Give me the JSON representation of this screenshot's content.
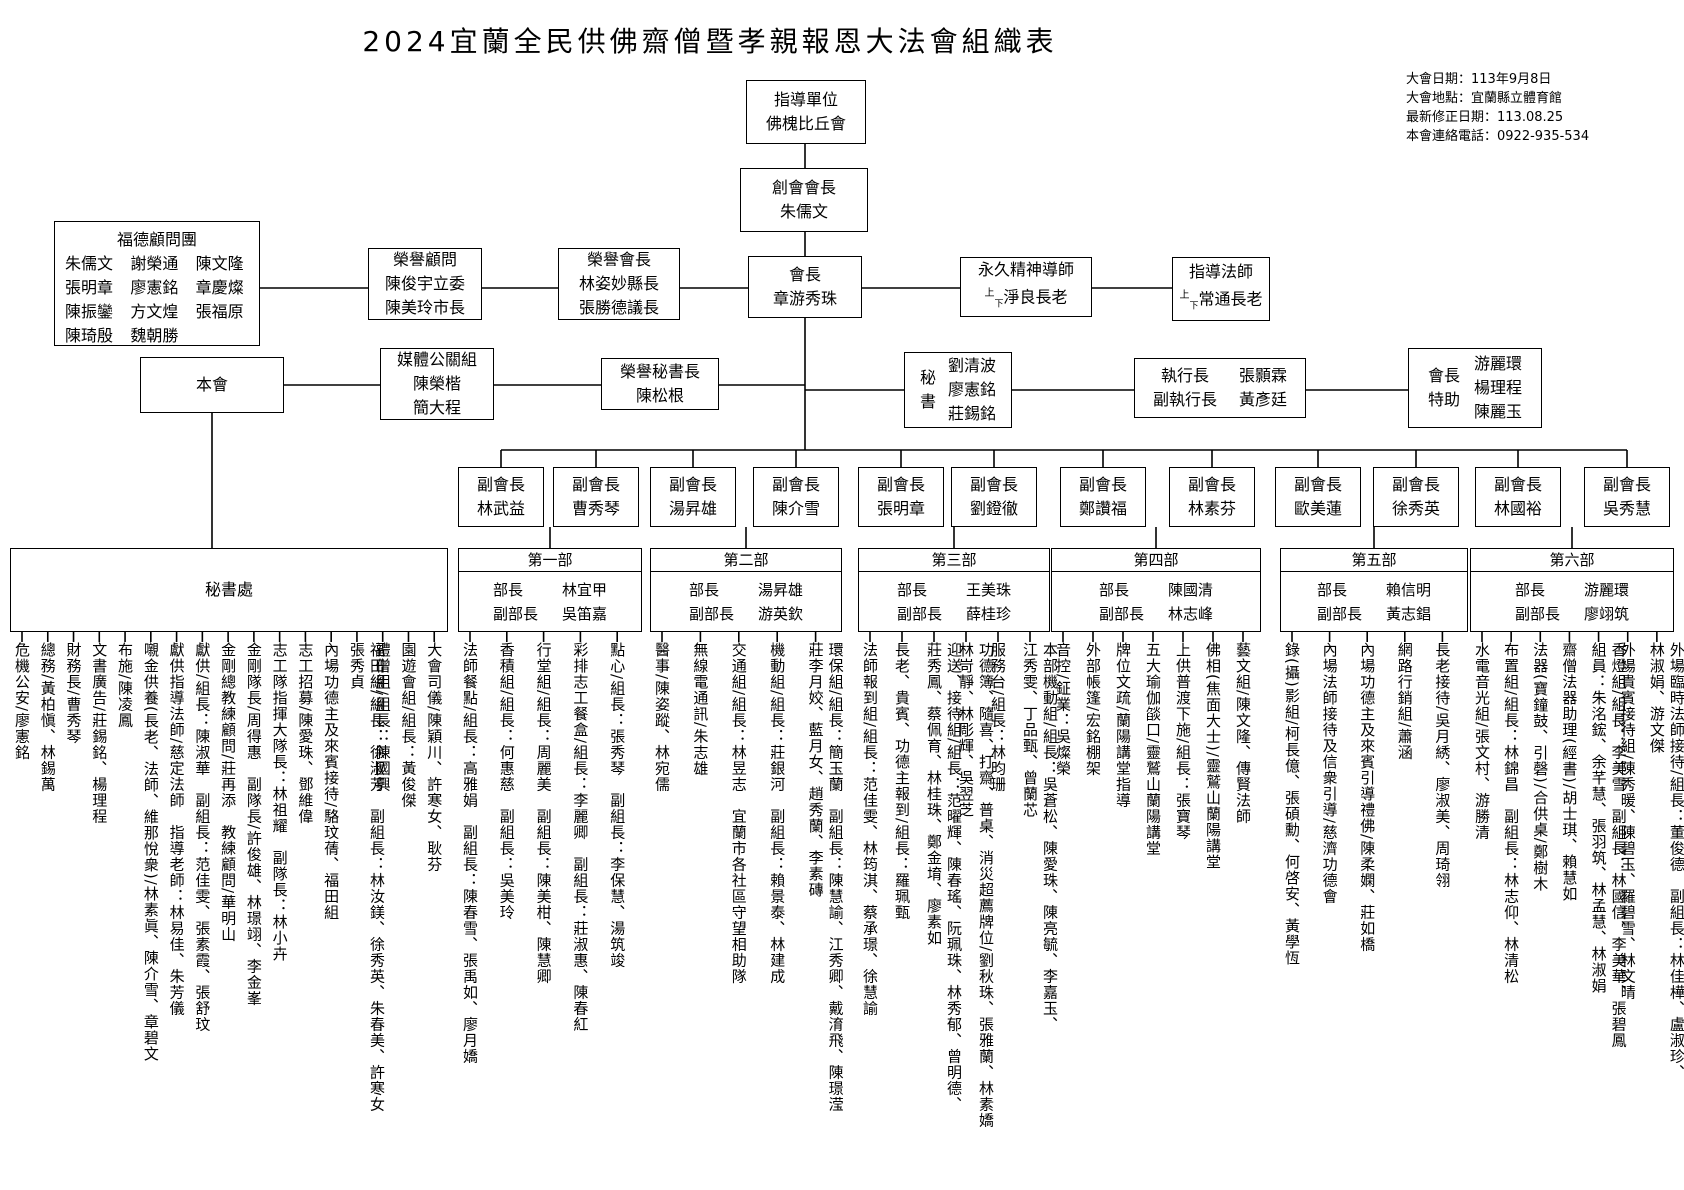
{
  "title": "2024宜蘭全民供佛齋僧暨孝親報恩大法會組織表",
  "info": [
    "大會日期：113年9月8日",
    "大會地點：宜蘭縣立體育館",
    "最新修正日期：113.08.25",
    "本會連絡電話：0922-935-534"
  ],
  "top": {
    "guide_unit": [
      "指導單位",
      "佛槐比丘會"
    ],
    "founder": [
      "創會會長",
      "朱儒文"
    ],
    "president": [
      "會長",
      "章游秀珠"
    ],
    "spirit_mentor": {
      "title": "永久精神導師",
      "name": "淨良長老",
      "prefix": "上",
      "prefix_small": "下"
    },
    "guide_master": {
      "title": "指導法師",
      "name": "常通長老",
      "prefix": "上",
      "prefix_small": "下"
    }
  },
  "fude": {
    "title": "福德顧問團",
    "names": [
      "朱儒文",
      "謝榮通",
      "陳文隆",
      "張明章",
      "廖憲銘",
      "章慶燦",
      "陳振鑾",
      "方文煌",
      "張福原",
      "陳琦殷",
      "魏朝勝"
    ]
  },
  "honor_advisor": [
    "榮譽顧問",
    "陳俊宇立委",
    "陳美玲市長"
  ],
  "honor_president": [
    "榮譽會長",
    "林姿妙縣長",
    "張勝德議長"
  ],
  "benhui": "本會",
  "media": [
    "媒體公關組",
    "陳榮楷",
    "簡大程"
  ],
  "honor_secretary": [
    "榮譽秘書長",
    "陳松根"
  ],
  "secretary": {
    "label1": "秘",
    "label2": "書",
    "names": [
      "劉清波",
      "廖憲銘",
      "莊錫銘"
    ]
  },
  "executive": {
    "roles": [
      "執行長",
      "副執行長"
    ],
    "names": [
      "張顥霖",
      "黃彥廷"
    ]
  },
  "special": {
    "label1": "會長",
    "label2": "特助",
    "names": [
      "游麗環",
      "楊理程",
      "陳麗玉"
    ]
  },
  "vps": [
    [
      "副會長",
      "林武益"
    ],
    [
      "副會長",
      "曹秀琴"
    ],
    [
      "副會長",
      "湯昇雄"
    ],
    [
      "副會長",
      "陳介雪"
    ],
    [
      "副會長",
      "張明章"
    ],
    [
      "副會長",
      "劉鐙徹"
    ],
    [
      "副會長",
      "鄭讚福"
    ],
    [
      "副會長",
      "林素芬"
    ],
    [
      "副會長",
      "歐美蓮"
    ],
    [
      "副會長",
      "徐秀英"
    ],
    [
      "副會長",
      "林國裕"
    ],
    [
      "副會長",
      "吳秀慧"
    ]
  ],
  "secretariat": {
    "name": "秘書處",
    "items": [
      "危機公安/廖憲銘",
      "總務/黃柏愼、林錫萬",
      "財務長/曹秀琴",
      "文書廣告/莊錫銘、楊理程",
      "布施/陳凌鳳",
      "嚫金供養(長老、法師、維那悅衆)/林素眞、陳介雪、章碧文",
      "獻供指導法師/慈定法師　指導老師：林易佳、朱芳儀",
      "獻供/組長：陳淑華　副組長：范佳雯、張素霞、張舒玟",
      "金剛總教練顧問/莊再添　教練顧問/華明山",
      "金剛隊長/周得惠　副隊長/許俊雄、林璟翊、李金峯",
      "志工隊指揮大隊長：林祖耀　副隊長：林小卉",
      "志工招募/陳愛珠、鄧維偉",
      "內場功德主及來賓接待/駱玟蒨、福田組",
      "福田組/組長：徐淑芳　副組長：林汝鎂、徐秀英、朱春美、許寒女\n張秀貞",
      "禮僧組/組長：陳國興",
      "園遊會組/組長：黃俊傑",
      "大會司儀/陳穎川、許寒女、耿芬"
    ]
  },
  "departments": [
    {
      "name": "第一部",
      "roles": [
        "部長",
        "副部長"
      ],
      "names": [
        "林宜甲",
        "吳笛嘉"
      ],
      "items": [
        "法師餐點/組長：高雅娟　副組長：陳春雪、張禹如、廖月嬌",
        "香積組/組長：何惠慈　副組長：吳美玲",
        "行堂組/組長：周麗美　副組長：陳美柑、陳慧卿",
        "彩排志工餐盒/組長：李麗卿　副組長：莊淑惠、陳春紅",
        "點心/組長：張秀琴　副組長：李保慧、湯筑竣"
      ]
    },
    {
      "name": "第二部",
      "roles": [
        "部長",
        "副部長"
      ],
      "names": [
        "湯昇雄",
        "游英欽"
      ],
      "items": [
        "醫事/陳姿蹤、林宛儒",
        "無線電通訊/朱志雄",
        "交通組/組長：林昱志　宜蘭市各社區守望相助隊",
        "機動組/組長：莊銀河　副組長：賴景泰、林建成",
        "環保組/組長：簡玉蘭　副組長：陳慧諭、江秀卿、戴淯飛、陳璟滢\n莊李月姣、藍月女、趙秀蘭、李素磚"
      ]
    },
    {
      "name": "第三部",
      "roles": [
        "部長",
        "副部長"
      ],
      "names": [
        "王美珠",
        "薛桂珍"
      ],
      "items": [
        "法師報到組/組長：范佳雯、林筠淇、蔡承璟、徐慧諭",
        "長老、貴賓、功德主報到/組長：羅珮甄",
        "迎送、接待組/組長：范曜輝、陳春瑤、阮珮珠、林秀郁、曾明德、\n莊秀鳳、蔡佩育、林桂珠、鄭金堉、廖素如",
        "功德簿、隨喜、打齋、普桌、消災超薦牌位/劉秋珠、張雅蘭、林素嬌\n林岢靜、林彫輝、吳翌芝",
        "服務台/組長：林昀珊",
        "本部機動組/組長：吳蒼松、陳愛珠、陳亮毓、李嘉玉、\n江秀雯、丁品甄、曾蘭芯"
      ]
    },
    {
      "name": "第四部",
      "roles": [
        "部長",
        "副部長"
      ],
      "names": [
        "陳國清",
        "林志峰"
      ],
      "items": [
        "音控/鉦業：吳燦榮",
        "外部帳篷/宏銘棚架",
        "牌位文疏/蘭陽講堂指導",
        "五大瑜伽燄口/靈鷲山蘭陽講堂",
        "上供普渡下施/組長：張寶琴",
        "佛相(焦面大士)/靈鷲山蘭陽講堂",
        "藝文組/陳文隆、傳賢法師"
      ]
    },
    {
      "name": "第五部",
      "roles": [
        "部長",
        "副部長"
      ],
      "names": [
        "賴信明",
        "黃志錩"
      ],
      "items": [
        "錄(攝)影組/柯長億、張碩勳、何啓安、黃學恆",
        "內場法師接待及信衆引導/慈濟功德會",
        "內場功德主及來賓引導禮佛/陳柔嫻、莊如橋",
        "網路行銷組/蕭涵",
        "長老接待/吳月綉、廖淑美、周琦翎"
      ]
    },
    {
      "name": "第六部",
      "roles": [
        "部長",
        "副部長"
      ],
      "names": [
        "游麗環",
        "廖翊筑"
      ],
      "items": [
        "水電音光組/張文村、游勝清",
        "布置組/組長：林錦昌　副組長：林志仰、林清松",
        "法器(寶鐘鼓、引磬)/合供桌/鄭樹木",
        "齋僧法器助理(經書)/胡士琪、賴慧如",
        "香燈組/組長：李美雪　副組長：林國信、李美華、張碧鳳\n組員：朱洺鋐、余芊慧、張羽筑、林孟慧、林淑娟",
        "外場貴賓接待組/陳秀暖、陳碧玉、羅碧雪、林文晴",
        "外場臨時法師接待/組長：董俊德　副組長：林佳樺、盧淑珍、\n林淑娟、游文傑"
      ]
    }
  ]
}
